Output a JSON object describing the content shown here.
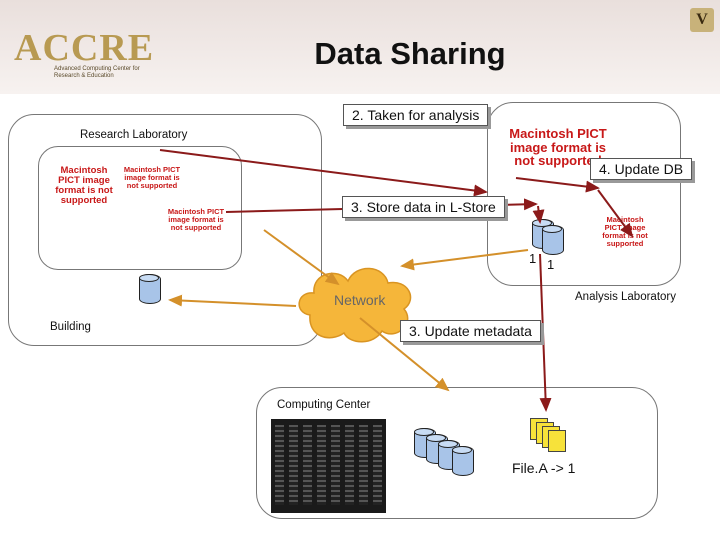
{
  "header": {
    "logo_text": "ACCRE",
    "logo_subtitle": "Advanced Computing Center for Research & Education",
    "title": "Data Sharing"
  },
  "labels": {
    "research_lab": "Research Laboratory",
    "analysis_lab": "Analysis Laboratory",
    "building": "Building",
    "network": "Network",
    "computing_center": "Computing Center",
    "file_map": "File.A -> 1",
    "id_a": "1",
    "id_b": "1"
  },
  "callouts": {
    "taken": "2. Taken for analysis",
    "update_db": "4. Update DB",
    "store": "3. Store data in L-Store",
    "update_meta": "3. Update metadata"
  },
  "placeholders": {
    "large": "Macintosh PICT image format is not supported",
    "small": "Macintosh PICT image format is not supported"
  },
  "colors": {
    "arrow_red": "#8b1a1a",
    "arrow_orange": "#d4902a",
    "cloud": "#f5b63a"
  }
}
